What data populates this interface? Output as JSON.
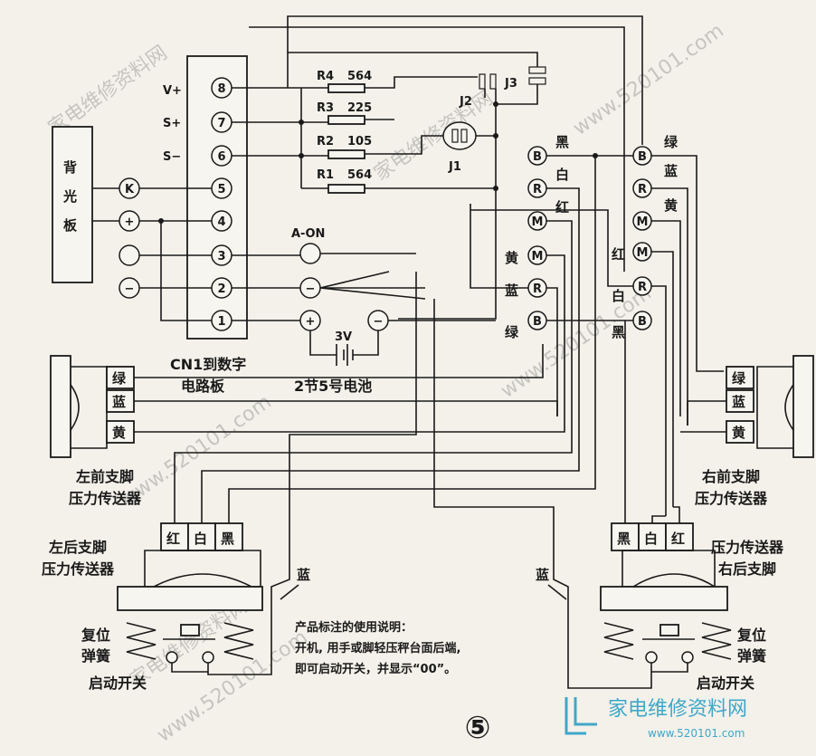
{
  "figure_number": "⑤",
  "backlight": {
    "label": [
      "背",
      "光",
      "板"
    ],
    "pins": [
      "K",
      "+"
    ]
  },
  "cn1": {
    "pins": [
      {
        "num": "8",
        "signal": "V+"
      },
      {
        "num": "7",
        "signal": "S+"
      },
      {
        "num": "6",
        "signal": "S−"
      },
      {
        "num": "5",
        "signal": ""
      },
      {
        "num": "4",
        "signal": ""
      },
      {
        "num": "3",
        "signal": ""
      },
      {
        "num": "2",
        "signal": ""
      },
      {
        "num": "1",
        "signal": ""
      }
    ],
    "caption": [
      "CN1到数字",
      "电路板"
    ]
  },
  "resistors": [
    {
      "name": "R4",
      "value": "564"
    },
    {
      "name": "R3",
      "value": "225"
    },
    {
      "name": "R2",
      "value": "105"
    },
    {
      "name": "R1",
      "value": "564"
    }
  ],
  "jumpers": [
    "J1",
    "J2",
    "J3"
  ],
  "switch_label": "A-ON",
  "battery": {
    "voltage": "3V",
    "caption": "2节5号电池",
    "plus": "+",
    "minus": "−"
  },
  "center_left_terms": [
    {
      "t": "B",
      "c": "黑"
    },
    {
      "t": "R",
      "c": "白"
    },
    {
      "t": "M",
      "c": "红"
    },
    {
      "t": "M",
      "c": "黄"
    },
    {
      "t": "R",
      "c": "蓝"
    },
    {
      "t": "B",
      "c": "绿"
    }
  ],
  "center_right_terms": [
    {
      "t": "B",
      "c": "绿"
    },
    {
      "t": "R",
      "c": "蓝"
    },
    {
      "t": "M",
      "c": "黄"
    },
    {
      "t": "M",
      "c": "红"
    },
    {
      "t": "R",
      "c": "白"
    },
    {
      "t": "B",
      "c": "黑"
    }
  ],
  "front_wires": [
    "绿",
    "蓝",
    "黄"
  ],
  "left_front_label": [
    "左前支脚",
    "压力传送器"
  ],
  "right_front_label": [
    "右前支脚",
    "压力传送器"
  ],
  "left_rear_wires": [
    "红",
    "白",
    "黑"
  ],
  "right_rear_wires": [
    "黑",
    "白",
    "红"
  ],
  "left_rear_label": [
    "左后支脚",
    "压力传送器"
  ],
  "right_rear_label": [
    "压力传送器",
    "右后支脚"
  ],
  "blue_wire": "蓝",
  "reset_spring": [
    "复位",
    "弹簧"
  ],
  "start_switch": "启动开关",
  "note": [
    "产品标注的使用说明：",
    "开机, 用手或脚轻压秤台面后端,",
    "即可启动开关，并显示“00”。"
  ],
  "watermarks": [
    "家电维修资料网",
    "www.520101.com"
  ],
  "logo": {
    "text": "家电维修资料网",
    "url": "www.520101.com"
  }
}
